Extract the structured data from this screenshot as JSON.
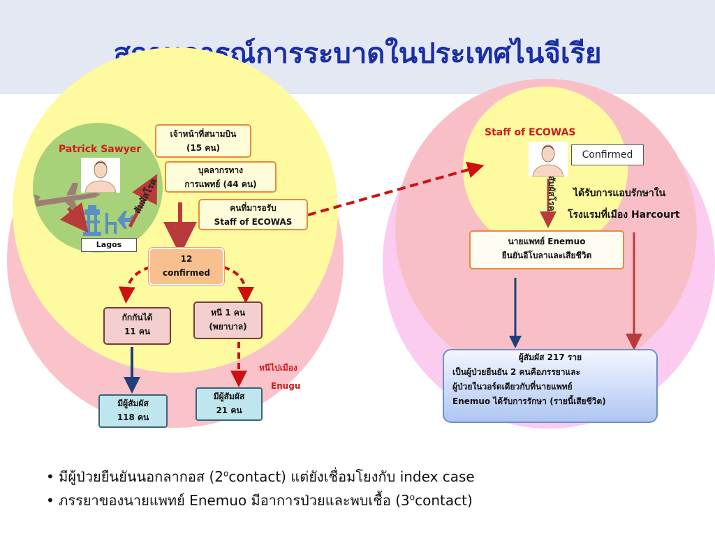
{
  "title": "สถานการณ์การระบาดในประเทศไนจีเรีย",
  "left": {
    "patient_label": "Patrick  Sawyer",
    "lagos_label": "Lagos",
    "contact_label": "สัมผัสโรค",
    "airport_staff": [
      "เจ้าหน้าที่สนามบิน",
      "(15 คน)"
    ],
    "medical_staff": [
      "บุคลากรทาง",
      "การแพทย์ (44 คน)"
    ],
    "ecowas_receiver": [
      "คนที่มารอรับ",
      "Staff  of ECOWAS"
    ],
    "confirmed": [
      "12",
      "confirmed"
    ],
    "isolated": [
      "กักกันได้",
      "11 คน"
    ],
    "escaped": [
      "หนี 1 คน",
      "(พยาบาล)"
    ],
    "escape_note": [
      "หนีไปเมือง",
      "Enugu"
    ],
    "contacts_118": [
      "มีผู้สัมผัส",
      "118 คน"
    ],
    "contacts_21": [
      "มีผู้สัมผัส",
      "21 คน"
    ]
  },
  "right": {
    "staff_label": "Staff  of ECOWAS",
    "confirmed_tag": "Confirmed",
    "contact_label": "สัมผัสโรค",
    "secret_treatment": [
      "ได้รับการแอบรักษาใน",
      "โรงแรมที่เมือง Harcourt"
    ],
    "doctor": [
      "นายแพทย์ Enemuo",
      "ยืนยันอีโบลาและเสียชีวิต"
    ],
    "contacts_217": [
      "ผู้สัมผัส 217  ราย",
      "เป็นผู้ป่วยยืนยัน 2 คนคือภรรยาและ",
      "ผู้ป่วยในวอร์ดเดียวกับที่นายแพทย์",
      "Enemuo ได้รับการรักษา (รายนี้เสียชีวิต)"
    ]
  },
  "bullets": [
    {
      "pre": "มีผู้ป่วยยืนยันนอกลากอส (2",
      "sup": "o",
      "post": "contact) แต่ยังเชื่อมโยงกับ index case"
    },
    {
      "pre": "ภรรยาของนายแพทย์ Enemuo มีอาการป่วยและพบเชื้อ (3",
      "sup": "o",
      "post": "contact)"
    }
  ],
  "colors": {
    "title": "#1a2fa6",
    "outer": "#f9c3c9",
    "inner": "#fdfa9f",
    "lagos": "#a7d27a",
    "right_outer": "#fbcbf0",
    "arrow_red": "#b83a3a",
    "arrow_blue": "#1f3f7a",
    "dash_red": "#cc1111"
  }
}
